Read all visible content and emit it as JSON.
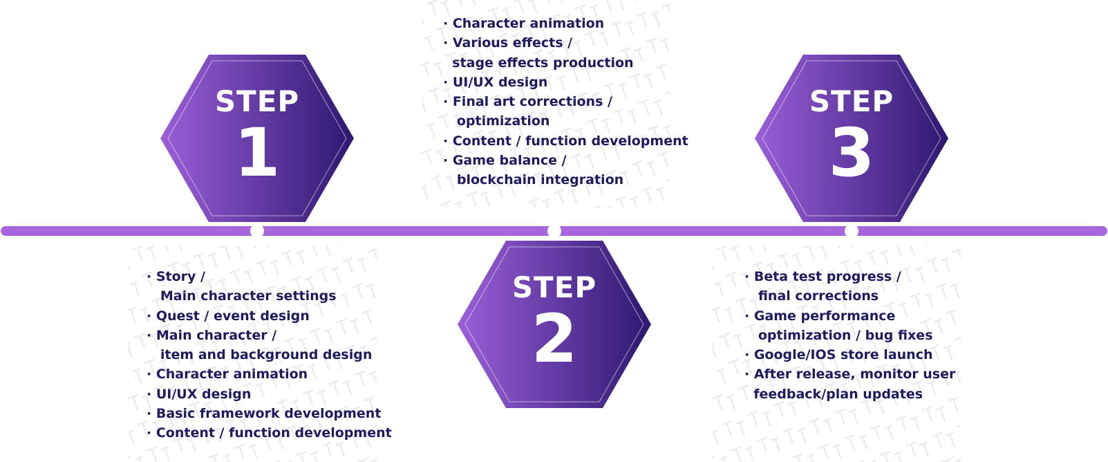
{
  "colors": {
    "timeline": "#a766dc",
    "hex_light": "#9b5fd8",
    "hex_dark": "#2e1870",
    "text": "#1f1a5e"
  },
  "steps": [
    {
      "label": "STEP",
      "number": "1",
      "items": [
        "· Story /",
        "   Main character settings",
        "· Quest / event design",
        "· Main character /",
        "   item and background design",
        "· Character animation",
        "· UI/UX design",
        "· Basic framework development",
        "· Content / function development"
      ]
    },
    {
      "label": "STEP",
      "number": "2",
      "items": [
        "· Character animation",
        "· Various effects /",
        "  stage effects production",
        "· UI/UX design",
        "· Final art corrections /",
        "   optimization",
        "· Content / function development",
        "· Game balance /",
        "   blockchain integration"
      ]
    },
    {
      "label": "STEP",
      "number": "3",
      "items": [
        "· Beta test progress /",
        "   final corrections",
        "· Game performance",
        "   optimization / bug fixes",
        "· Google/IOS store launch",
        "· After release, monitor user",
        "  feedback/plan updates"
      ]
    }
  ]
}
